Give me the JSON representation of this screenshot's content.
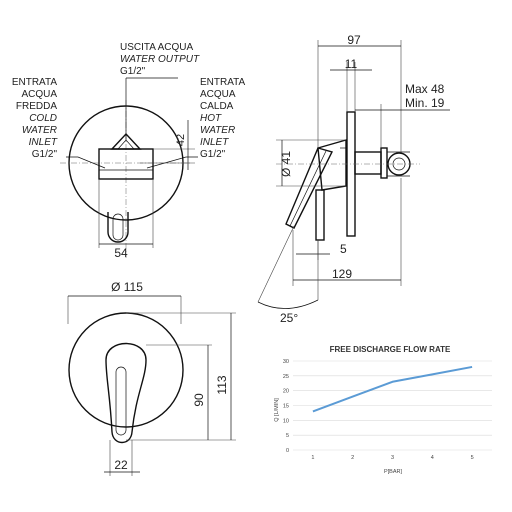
{
  "front_view": {
    "outlet_label": [
      "USCITA ACQUA",
      "WATER OUTPUT",
      "G1/2\""
    ],
    "cold_label": [
      "ENTRATA",
      "ACQUA",
      "FREDDA",
      "COLD",
      "WATER",
      "INLET",
      "G1/2\""
    ],
    "hot_label": [
      "ENTRATA",
      "ACQUA",
      "CALDA",
      "HOT",
      "WATER",
      "INLET",
      "G1/2\""
    ],
    "dim_height": "42",
    "dim_width": "54"
  },
  "side_view": {
    "dim_total": "97",
    "dim_top": "11",
    "dim_max": "Max 48",
    "dim_min": "Min. 19",
    "dim_diameter": "Ø 41",
    "dim_5": "5",
    "dim_129": "129",
    "angle": "25°"
  },
  "plate_view": {
    "diameter": "Ø 115",
    "dim_90": "90",
    "dim_113": "113",
    "dim_22": "22"
  },
  "chart_data": {
    "type": "line",
    "title": "FREE DISCHARGE FLOW RATE",
    "xlabel": "P[BAR]",
    "ylabel": "Q [L/MIN]",
    "x_ticks": [
      "1",
      "2",
      "3",
      "4",
      "5"
    ],
    "y_ticks": [
      "0",
      "5",
      "10",
      "15",
      "20",
      "25",
      "30"
    ],
    "xlim": [
      0.5,
      5.5
    ],
    "ylim": [
      0,
      30
    ],
    "grid": true,
    "series": [
      {
        "x": [
          1,
          2,
          3,
          4,
          5
        ],
        "values": [
          13,
          18,
          23,
          25.5,
          28
        ],
        "color": "#5b9bd5"
      }
    ]
  }
}
